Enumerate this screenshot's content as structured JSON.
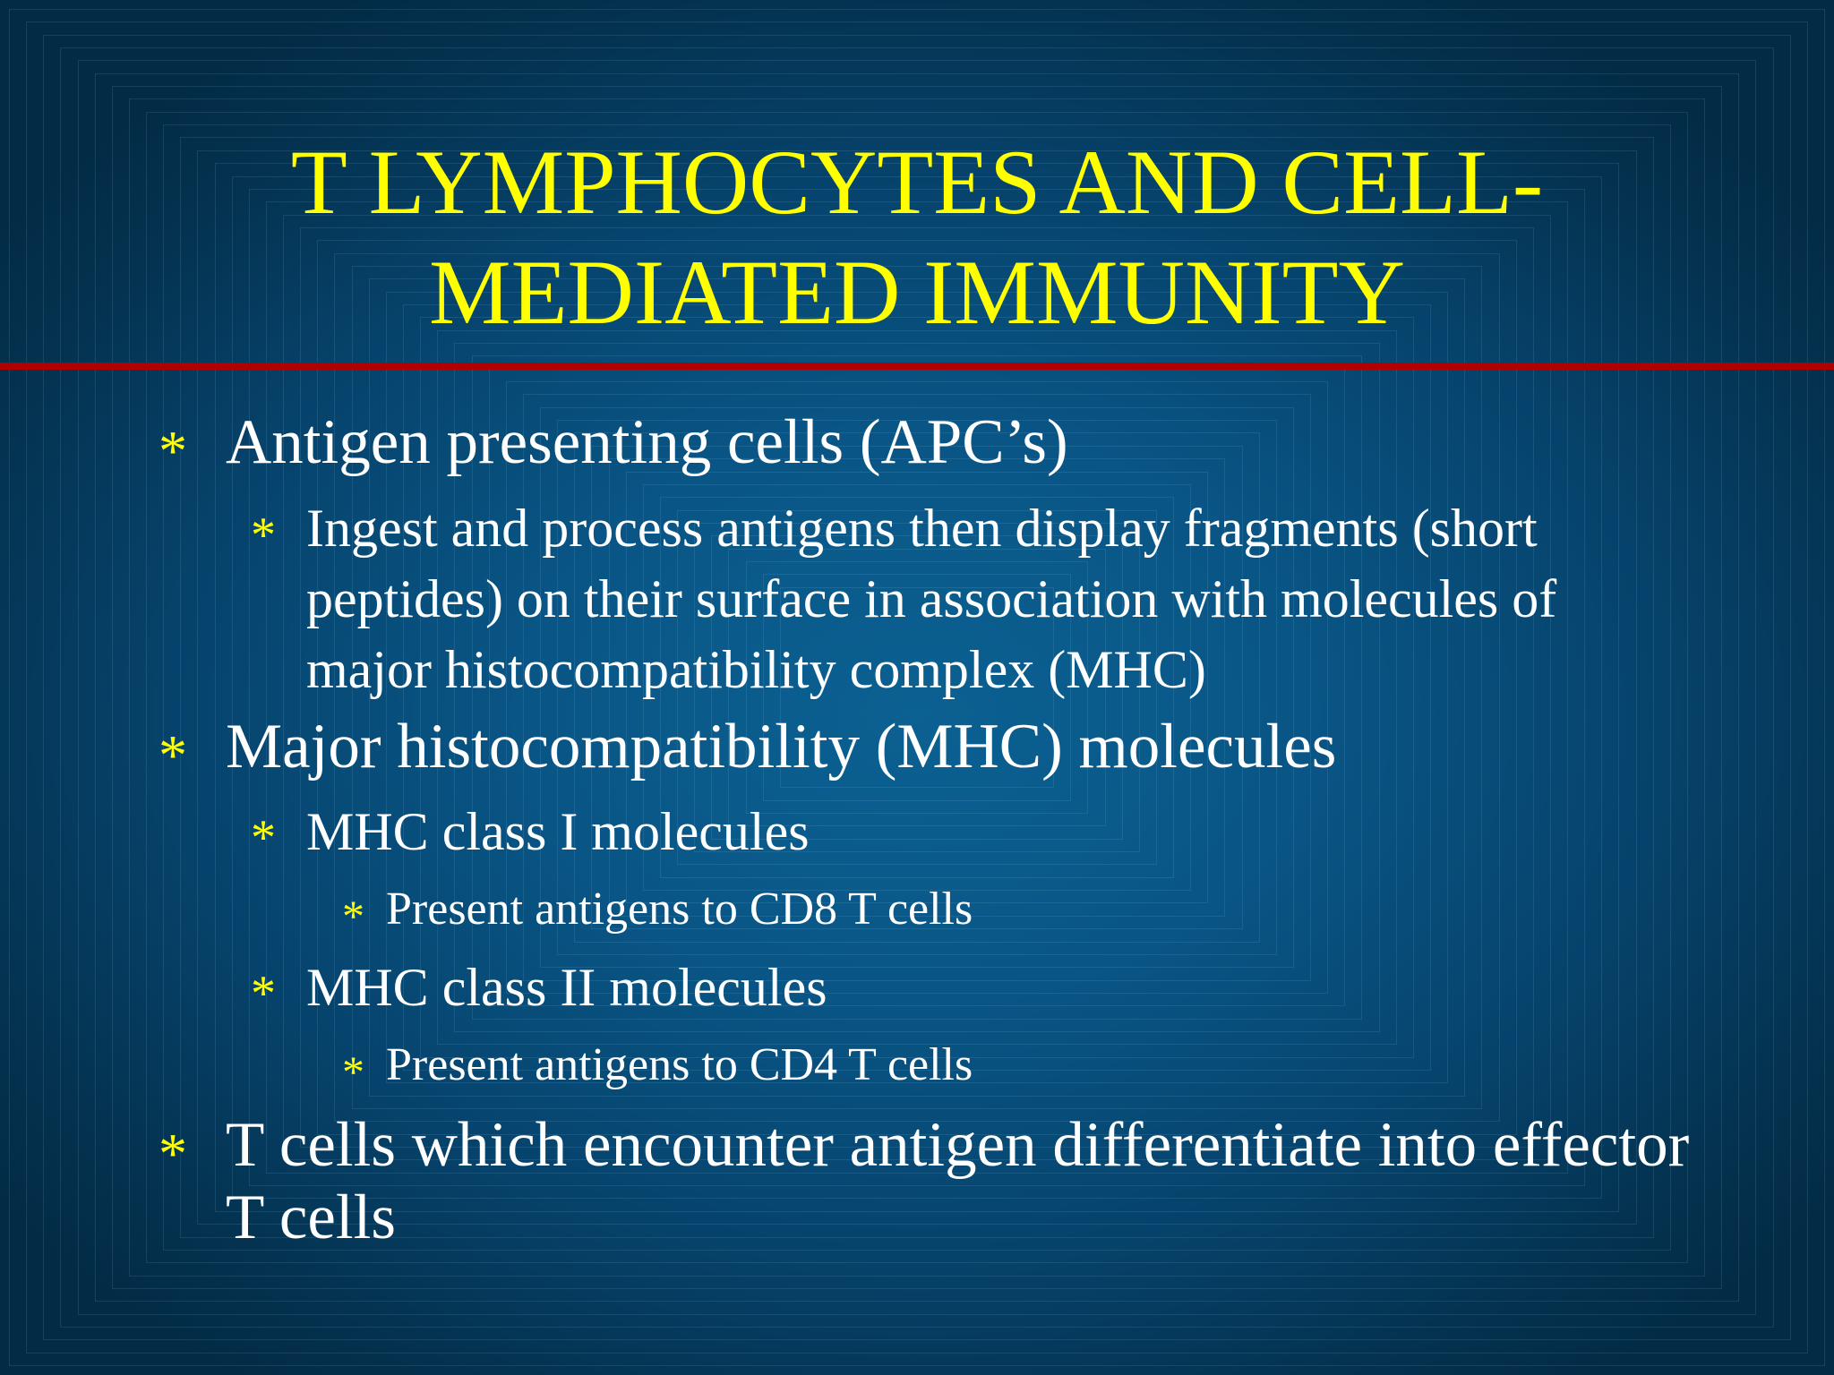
{
  "slide": {
    "background": {
      "center": "#0b6192",
      "edge": "#032b46"
    },
    "title": {
      "lines": [
        "T LYMPHOCYTES AND CELL-",
        "MEDIATED IMMUNITY"
      ],
      "color": "#ffff00"
    },
    "divider_color": "#b00000",
    "bullet_glyph": "*",
    "bullet_color": "#ffff00",
    "text_color": "#ffffff",
    "items": [
      {
        "level": 1,
        "lines": [
          "Antigen presenting cells (APC’s)"
        ]
      },
      {
        "level": 2,
        "lines": [
          "Ingest and process antigens then display fragments (short",
          "peptides) on their surface in association with molecules of",
          "major histocompatibility complex (MHC)"
        ]
      },
      {
        "level": 1,
        "lines": [
          "Major histocompatibility (MHC) molecules"
        ]
      },
      {
        "level": 2,
        "lines": [
          "MHC class I molecules"
        ]
      },
      {
        "level": 3,
        "lines": [
          "Present antigens to CD8 T cells"
        ]
      },
      {
        "level": 2,
        "lines": [
          "MHC class II molecules"
        ]
      },
      {
        "level": 3,
        "lines": [
          "Present antigens to CD4 T cells"
        ]
      },
      {
        "level": 1,
        "lines": [
          "T cells which encounter antigen differentiate into effector",
          "T cells"
        ]
      }
    ]
  }
}
